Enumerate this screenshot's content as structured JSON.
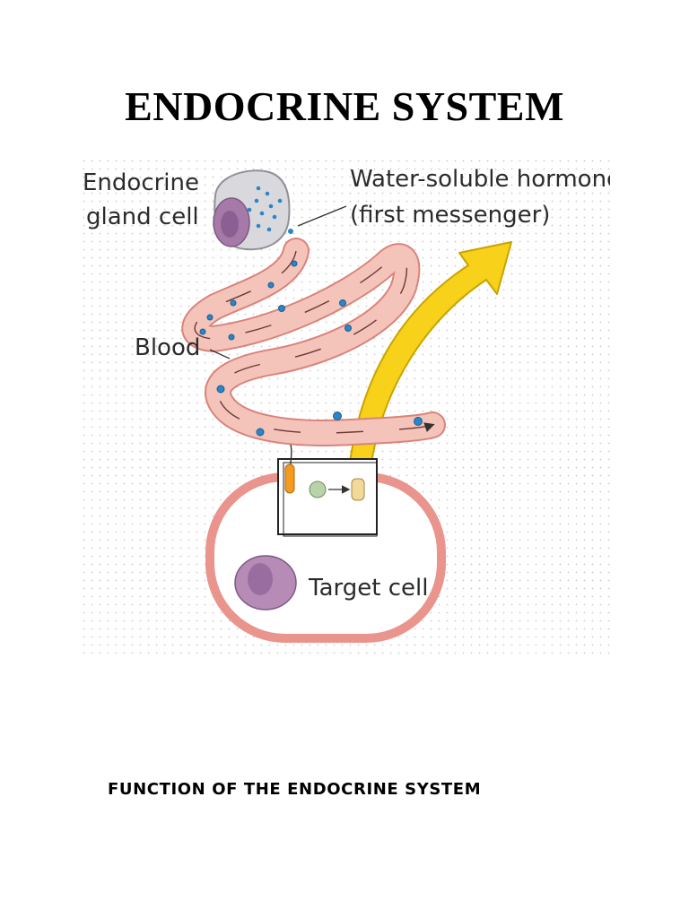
{
  "document": {
    "title": "ENDOCRINE SYSTEM",
    "section_heading": "FUNCTION OF THE ENDOCRINE SYSTEM"
  },
  "figure": {
    "labels": {
      "gland_line1": "Endocrine",
      "gland_line2": "gland cell",
      "hormone_line1": "Water-soluble hormone",
      "hormone_line2": "(first messenger)",
      "blood": "Blood",
      "target": "Target cell"
    },
    "colors": {
      "blood_vessel": "#f4c4bb",
      "blood_vessel_outline": "#d9847a",
      "hormone": "#2a86c8",
      "signal_arrow": "#f7d11a",
      "target_membrane": "#e9948c",
      "nucleus": "#a57aa8",
      "gland_cell": "#d9d9dd"
    }
  }
}
